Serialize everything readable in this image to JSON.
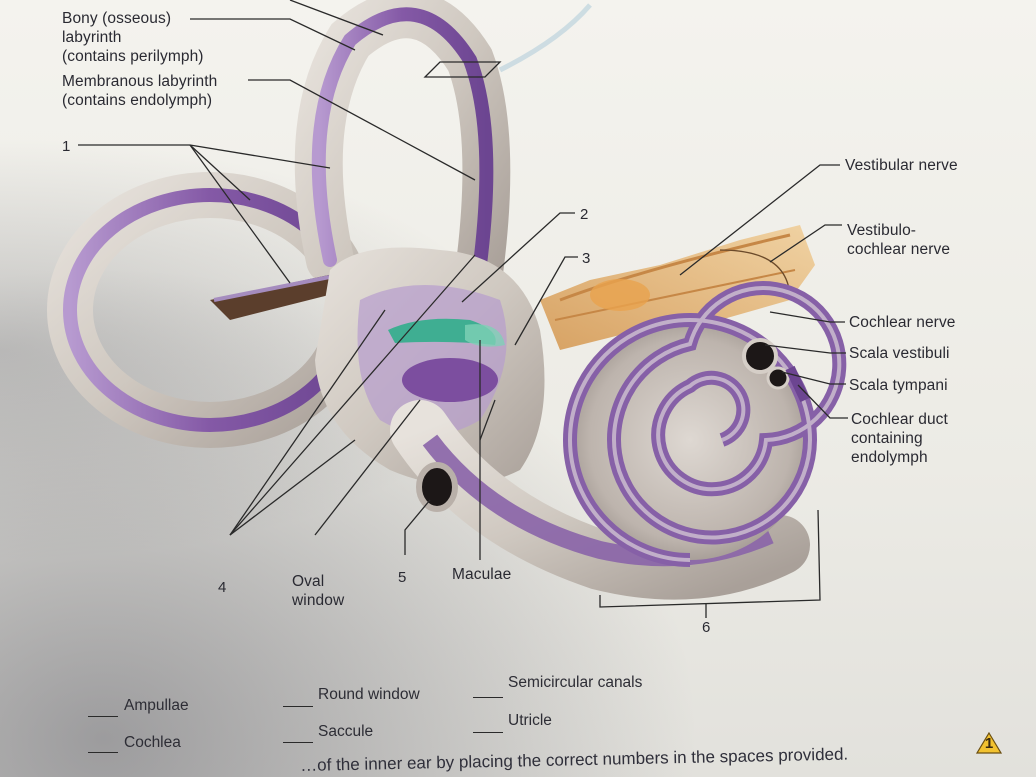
{
  "labels": {
    "bony_labyrinth": "Bony (osseous)\nlabyrinth\n(contains perilymph)",
    "membranous_labyrinth": "Membranous labyrinth\n(contains endolymph)",
    "num_1": "1",
    "num_2": "2",
    "num_3": "3",
    "num_4": "4",
    "num_5": "5",
    "num_6": "6",
    "oval_window": "Oval\nwindow",
    "maculae": "Maculae",
    "vestibular_nerve": "Vestibular nerve",
    "vestibulocochlear_nerve": "Vestibulo-\ncochlear nerve",
    "cochlear_nerve": "Cochlear nerve",
    "scala_vestibuli": "Scala vestibuli",
    "scala_tympani": "Scala tympani",
    "cochlear_duct": "Cochlear duct\ncontaining\nendolymph"
  },
  "answers": [
    {
      "label": "Ampullae"
    },
    {
      "label": "Cochlea"
    },
    {
      "label": "Round window"
    },
    {
      "label": "Saccule"
    },
    {
      "label": "Semicircular canals"
    },
    {
      "label": "Utricle"
    }
  ],
  "instruction": "…of the inner ear by placing the correct numbers in the spaces provided.",
  "badge": "1",
  "colors": {
    "bone": "#d8d2cb",
    "membrane": "#8a64a8",
    "membrane_light": "#b79ad0",
    "macula": "#3fae92",
    "nerve": "#e2b271",
    "line": "#2a2a2a"
  }
}
